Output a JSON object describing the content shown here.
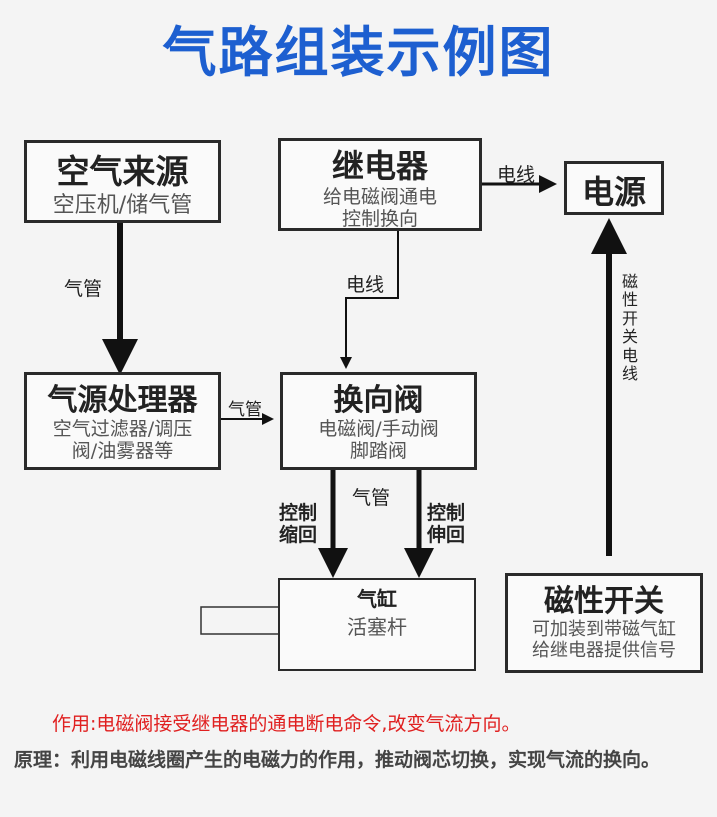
{
  "title": "气路组装示例图",
  "boxes": {
    "air_source": {
      "main": "空气来源",
      "sub": "空压机/储气管"
    },
    "relay": {
      "main": "继电器",
      "sub1": "给电磁阀通电",
      "sub2": "控制换向"
    },
    "power": {
      "main": "电源"
    },
    "treatment": {
      "main": "气源处理器",
      "sub1": "空气过滤器/调压",
      "sub2": "阀/油雾器等"
    },
    "valve": {
      "main": "换向阀",
      "sub1": "电磁阀/手动阀",
      "sub2": "脚踏阀"
    },
    "cylinder": {
      "main": "气缸",
      "rod": "活塞杆"
    },
    "mag_switch": {
      "main": "磁性开关",
      "sub1": "可加装到带磁气缸",
      "sub2": "给继电器提供信号"
    }
  },
  "labels": {
    "air_pipe_1": "气管",
    "air_pipe_2": "气管",
    "air_pipe_3": "气管",
    "wire_1": "电线",
    "wire_2": "电线",
    "retract": "控制\n缩回",
    "extend": "控制\n伸回",
    "mag_wire": "磁\n性\n开\n关\n电\n线"
  },
  "notes": {
    "function": "作用:电磁阀接受继电器的通电断电命令,改变气流方向。",
    "principle": "原理：利用电磁线圈产生的电磁力的作用，推动阀芯切换，实现气流的换向。"
  },
  "colors": {
    "title": "#1d5fd0",
    "function_note": "#e02020",
    "line": "#111111"
  }
}
